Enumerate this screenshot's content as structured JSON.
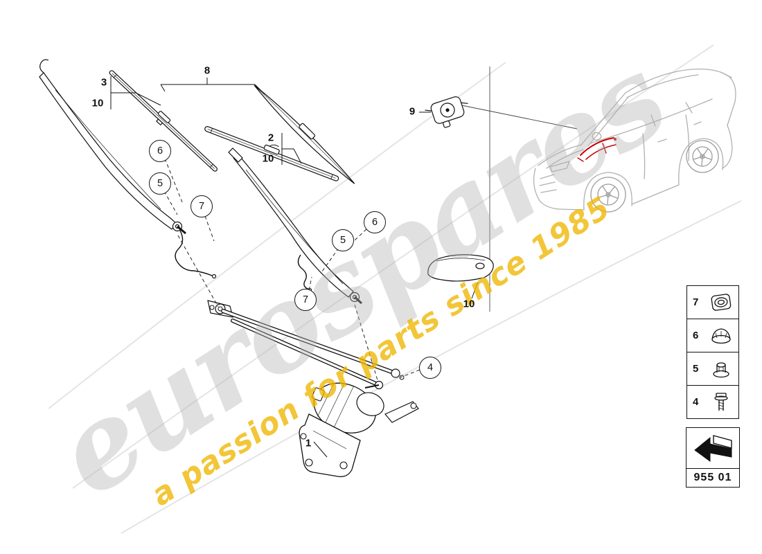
{
  "watermark": {
    "brand": "eurospares",
    "tagline": "a passion for parts since 1985"
  },
  "callouts": {
    "n1": "1",
    "n2": "2",
    "n3": "3",
    "n4": "4",
    "n5": "5",
    "n6": "6",
    "n7": "7",
    "n8": "8",
    "n9": "9",
    "n10": "10"
  },
  "legend": {
    "items": [
      {
        "number": "7",
        "icon": "grommet-icon"
      },
      {
        "number": "6",
        "icon": "cap-icon"
      },
      {
        "number": "5",
        "icon": "nut-icon"
      },
      {
        "number": "4",
        "icon": "bolt-icon"
      }
    ]
  },
  "part_code": {
    "label": "955 01"
  },
  "colors": {
    "highlight_red": "#cc0000",
    "watermark_yellow": "#eeb600",
    "watermark_gray": "#b2b2b2",
    "car_line_gray": "#b0b0b0"
  }
}
